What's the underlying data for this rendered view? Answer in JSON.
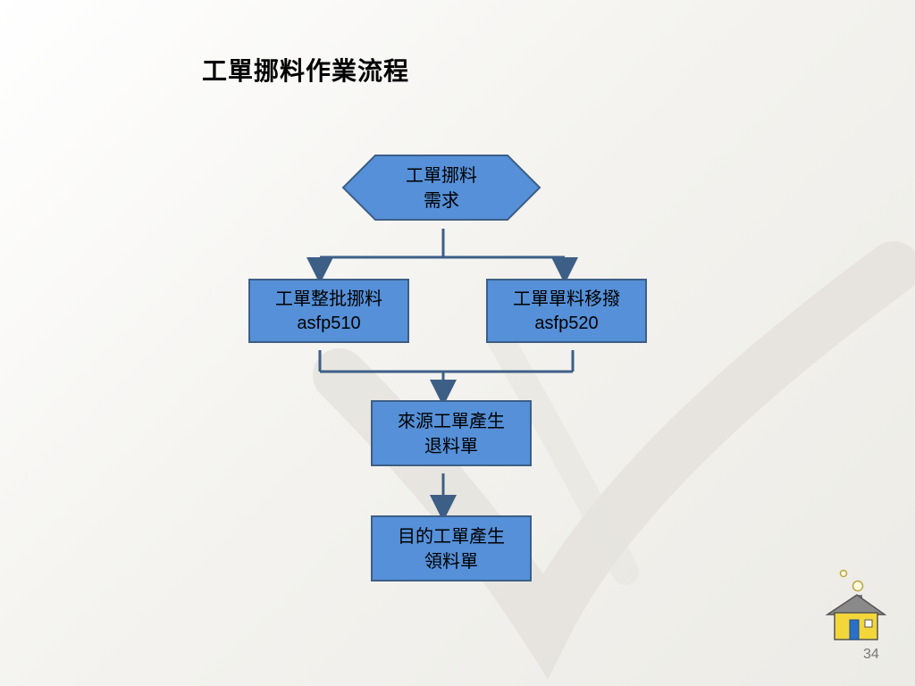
{
  "slide": {
    "title": "工單挪料作業流程",
    "page_number": "34"
  },
  "flow": {
    "start": {
      "line1": "工單挪料",
      "line2": "需求"
    },
    "batch": {
      "line1": "工單整批挪料",
      "line2": "asfp510"
    },
    "single": {
      "line1": "工單單料移撥",
      "line2": "asfp520"
    },
    "source": {
      "line1": "來源工單產生",
      "line2": "退料單"
    },
    "target": {
      "line1": "目的工單產生",
      "line2": "領料單"
    }
  },
  "colors": {
    "node_fill": "#5590d8",
    "node_border": "#3d5f86",
    "connector": "#3d5f86"
  },
  "icons": {
    "home": "home-icon"
  }
}
